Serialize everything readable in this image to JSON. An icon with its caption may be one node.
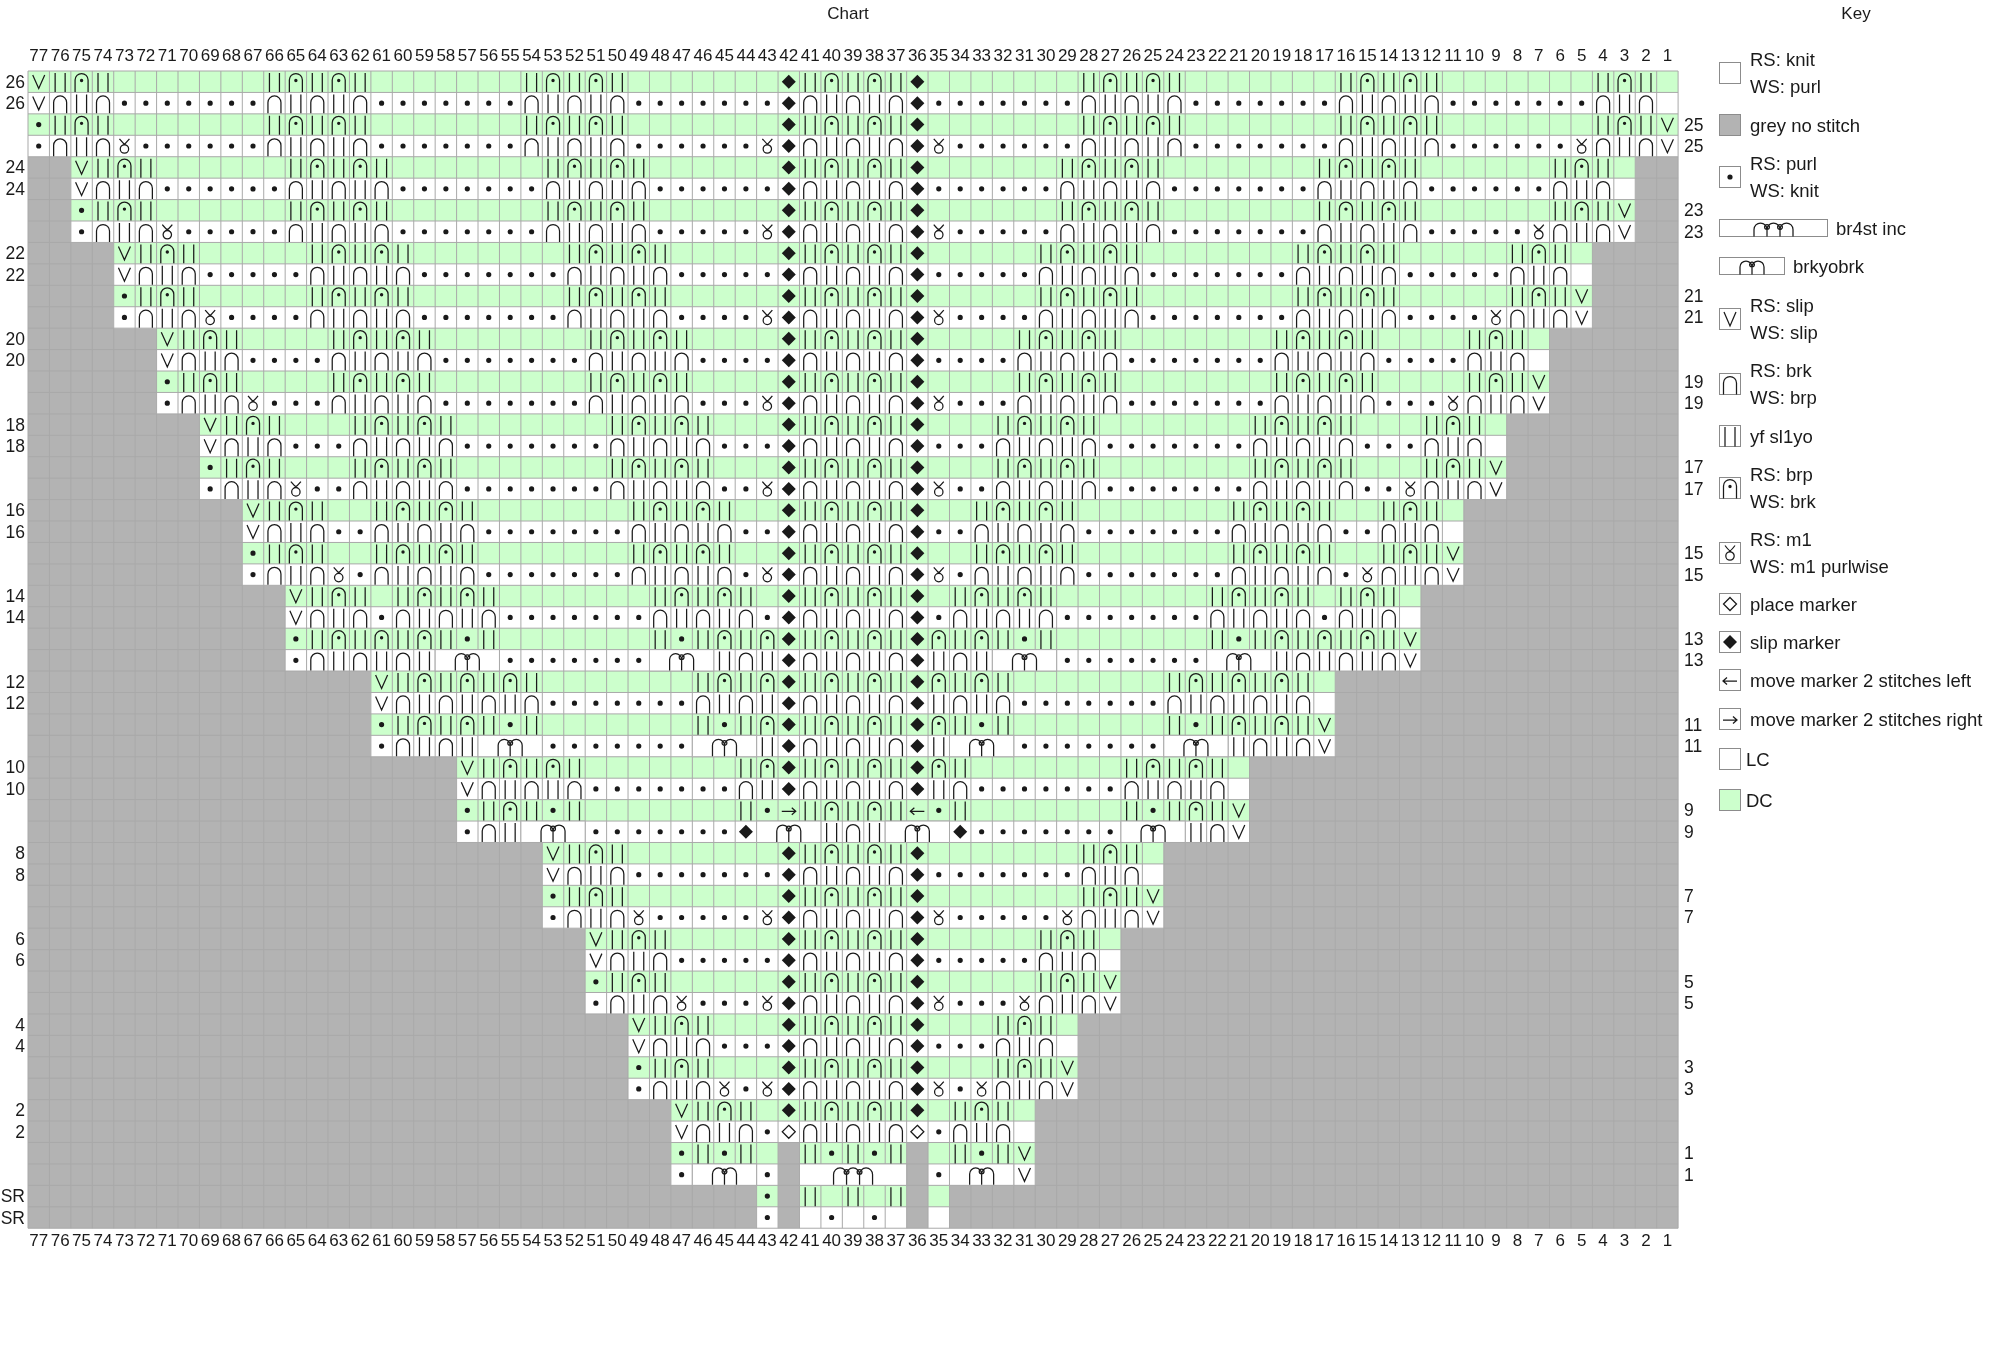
{
  "diagram": {
    "labels": [
      "Chart",
      "Key",
      "77",
      "76",
      "75",
      "74",
      "73",
      "72",
      "71",
      "70",
      "69",
      "68",
      "67",
      "66",
      "65",
      "64",
      "63",
      "62",
      "61",
      "60",
      "59",
      "58",
      "57",
      "56",
      "55",
      "54",
      "53",
      "52",
      "51",
      "50",
      "49",
      "48",
      "47",
      "46",
      "45",
      "44",
      "43",
      "42",
      "41",
      "40",
      "39",
      "38",
      "37",
      "36",
      "35",
      "34",
      "33",
      "32",
      "31",
      "30",
      "29",
      "28",
      "27",
      "26",
      "25",
      "24",
      "23",
      "22",
      "21",
      "20",
      "19",
      "18",
      "17",
      "16",
      "15",
      "14",
      "13",
      "12",
      "11",
      "10",
      "9",
      "8",
      "7",
      "6",
      "5",
      "4",
      "3",
      "2",
      "1",
      "26",
      "26",
      "25",
      "25",
      "24",
      "24",
      "23",
      "23",
      "22",
      "22",
      "21",
      "21",
      "20",
      "20",
      "19",
      "19",
      "18",
      "18",
      "17",
      "17",
      "16",
      "16",
      "15",
      "15",
      "14",
      "14",
      "13",
      "13",
      "12",
      "12",
      "11",
      "11",
      "10",
      "10",
      "9",
      "9",
      "8",
      "8",
      "7",
      "7",
      "6",
      "6",
      "5",
      "5",
      "4",
      "4",
      "3",
      "3",
      "2",
      "2",
      "1",
      "1",
      "SR",
      "SR",
      "77",
      "76",
      "75",
      "74",
      "73",
      "72",
      "71",
      "70",
      "69",
      "68",
      "67",
      "66",
      "65",
      "64",
      "63",
      "62",
      "61",
      "60",
      "59",
      "58",
      "57",
      "56",
      "55",
      "54",
      "53",
      "52",
      "51",
      "50",
      "49",
      "48",
      "47",
      "46",
      "45",
      "44",
      "43",
      "42",
      "41",
      "40",
      "39",
      "38",
      "37",
      "36",
      "35",
      "34",
      "33",
      "32",
      "31",
      "30",
      "29",
      "28",
      "27",
      "26",
      "25",
      "24",
      "23",
      "22",
      "21",
      "20",
      "19",
      "18",
      "17",
      "16",
      "15",
      "14",
      "13",
      "12",
      "11",
      "10",
      "9",
      "8",
      "7",
      "6",
      "5",
      "4",
      "3",
      "2",
      "1"
    ],
    "legend": [
      {
        "text": "RS: knit WS: purl"
      },
      {
        "text": "grey no stitch",
        "color": "#b3b3b3"
      },
      {
        "text": "RS: purl WS: knit"
      },
      {
        "text": "br4st inc"
      },
      {
        "text": "brkyobrk"
      },
      {
        "text": "RS: slip WS: slip"
      },
      {
        "text": "RS: brk WS: brp"
      },
      {
        "text": "yf sl1yo"
      },
      {
        "text": "RS: brp WS: brk"
      },
      {
        "text": "RS: m1 WS: m1 purlwise"
      },
      {
        "text": "place marker"
      },
      {
        "text": "slip marker"
      },
      {
        "text": "move marker 2 stitches left"
      },
      {
        "text": "move marker 2 stitches right"
      },
      {
        "text": "LC",
        "color": "#ffffff"
      },
      {
        "text": "DC",
        "color": "#ccffcc"
      }
    ]
  }
}
